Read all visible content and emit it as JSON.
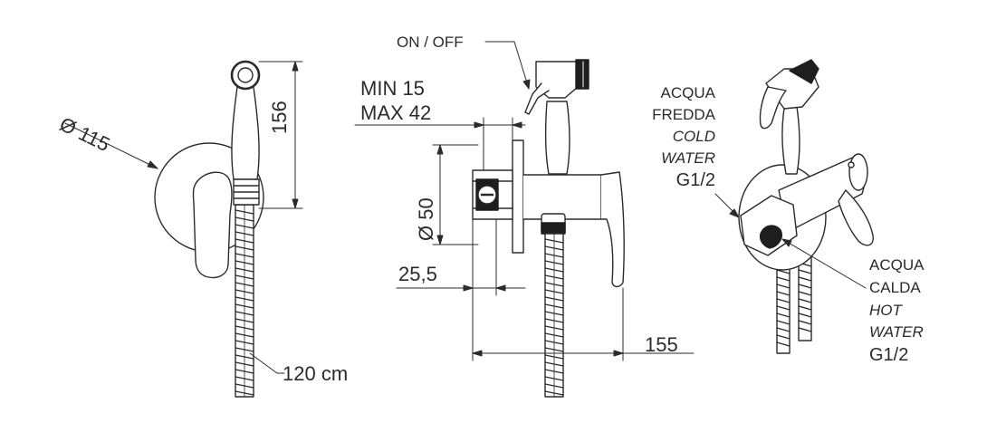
{
  "labels": {
    "diameter_plate": "Ø 115",
    "height": "156",
    "hose_length": "120 cm",
    "on_off": "ON / OFF",
    "min_depth": "MIN 15",
    "max_depth": "MAX 42",
    "diameter_body": "Ø 50",
    "offset": "25,5",
    "length": "155",
    "cold": {
      "line1": "ACQUA",
      "line2": "FREDDA",
      "line3": "COLD",
      "line4": "WATER",
      "thread": "G1/2"
    },
    "hot": {
      "line1": "ACQUA",
      "line2": "CALDA",
      "line3": "HOT",
      "line4": "WATER",
      "thread": "G1/2"
    }
  },
  "colors": {
    "stroke": "#2b2b2b",
    "fill": "#ffffff",
    "dark": "#1e1e1e"
  }
}
